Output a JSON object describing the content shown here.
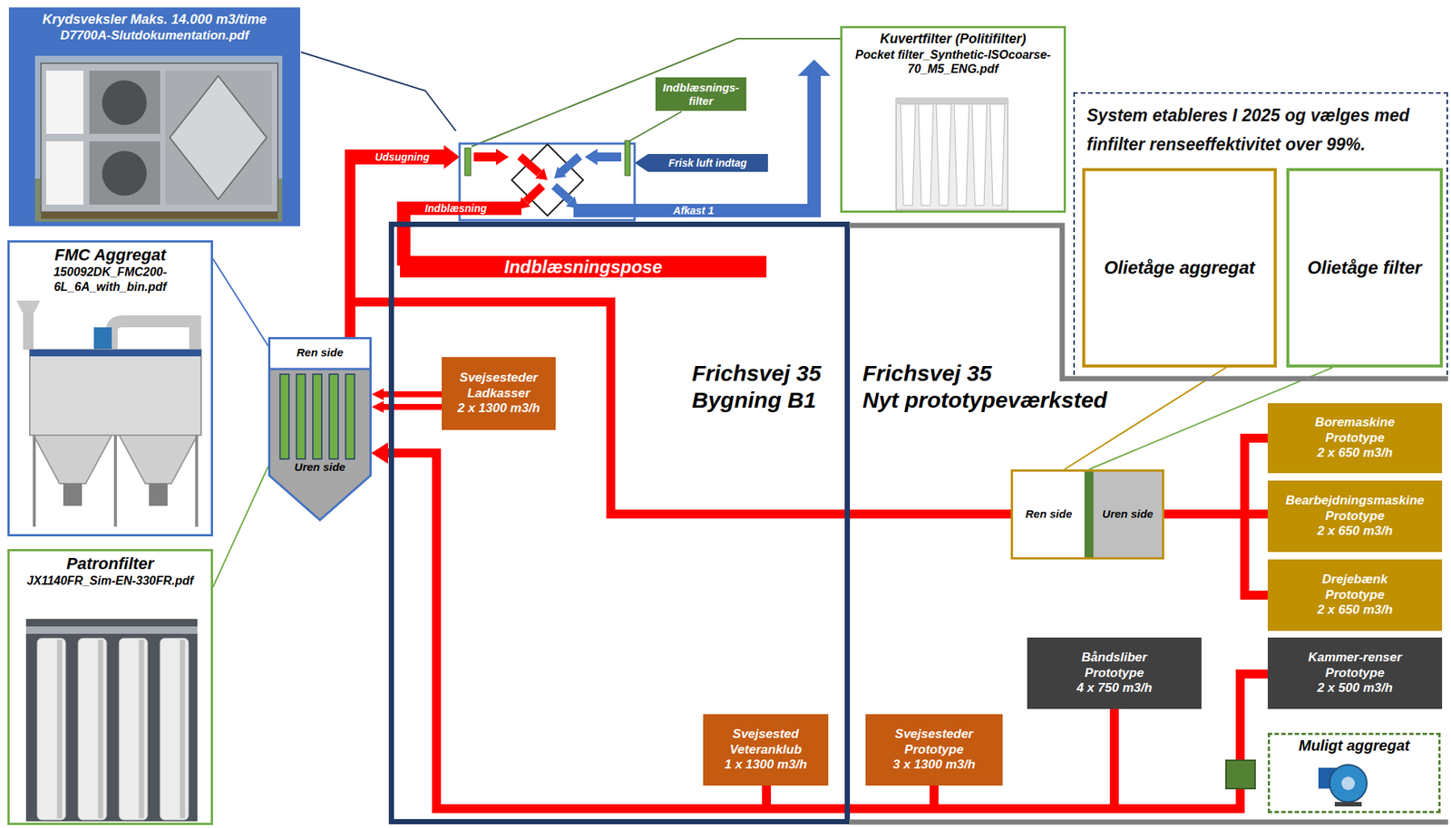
{
  "diagram": {
    "nodes": [
      {
        "text": [
          "Krydsveksler Maks. 14.000 m3/time",
          "D7700A-Slutdokumentation.pdf"
        ]
      },
      {
        "text": [
          "FMC Aggregat",
          "150092DK_FMC200-6L_6A_with_bin.pdf"
        ]
      },
      {
        "text": [
          "Patronfilter",
          "JX1140FR_Sim-EN-330FR.pdf"
        ]
      },
      {
        "text": [
          "Indblæsnings-filter"
        ]
      },
      {
        "text": [
          "Kuvertfilter (Politifilter)",
          "Pocket filter_Synthetic-ISOcoarse-70_M5_ENG.pdf"
        ]
      },
      {
        "text": [
          "System etableres I 2025 og vælges med finfilter renseeffektivitet over 99%."
        ]
      },
      {
        "text": [
          "Olietåge aggregat"
        ],
        "in": 5
      },
      {
        "text": [
          "Olietåge filter"
        ],
        "in": 5
      },
      {
        "text": [
          "Ren side",
          "Uren side"
        ]
      },
      {
        "text": [
          "Frichsvej 35",
          "Bygning B1"
        ]
      },
      {
        "text": [
          "Indblæsningspose"
        ],
        "in": 9
      },
      {
        "text": [
          "Svejsesteder",
          "Ladkasser",
          "2 x 1300 m3/h"
        ],
        "in": 9
      },
      {
        "text": [
          "Svejsested",
          "Veteranklub",
          "1 x 1300 m3/h"
        ],
        "in": 9
      },
      {
        "text": [
          "Frichsvej 35",
          "Nyt prototypeværksted"
        ]
      },
      {
        "text": [
          "Ren side",
          "Uren side"
        ],
        "in": 13
      },
      {
        "text": [
          "Boremaskine",
          "Prototype",
          "2 x 650 m3/h"
        ],
        "in": 13
      },
      {
        "text": [
          "Bearbejdningsmaskine",
          "Prototype",
          "2 x 650 m3/h"
        ],
        "in": 13
      },
      {
        "text": [
          "Drejebænk",
          "Prototype",
          "2 x 650 m3/h"
        ],
        "in": 13
      },
      {
        "text": [
          "Båndsliber",
          "Prototype",
          "4 x 750 m3/h"
        ],
        "in": 13
      },
      {
        "text": [
          "Kammer-renser",
          "Prototype",
          "2 x 500 m3/h"
        ],
        "in": 13
      },
      {
        "text": [
          "Svejsesteder",
          "Prototype",
          "3 x 1300 m3/h"
        ],
        "in": 13
      },
      {
        "text": [
          "Muligt aggregat"
        ],
        "in": 13
      }
    ],
    "edges": [
      {
        "from": 1,
        "to": 8,
        "arrow": "none"
      },
      {
        "from": 2,
        "to": 8,
        "arrow": "none"
      },
      {
        "from": 6,
        "to": 14,
        "arrow": "none"
      },
      {
        "from": 7,
        "to": 14,
        "arrow": "none"
      },
      {
        "from": 11,
        "to": 8,
        "arrow": "to"
      },
      {
        "from": 11,
        "to": 8,
        "arrow": "to"
      },
      {
        "from": 12,
        "to": 8,
        "arrow": "to"
      },
      {
        "from": 20,
        "to": 8,
        "arrow": "to"
      },
      {
        "from": 18,
        "to": 8,
        "arrow": "to"
      },
      {
        "from": 19,
        "to": 8,
        "arrow": "to"
      },
      {
        "from": 15,
        "to": 14,
        "arrow": "none"
      },
      {
        "from": 16,
        "to": 14,
        "arrow": "none"
      },
      {
        "from": 17,
        "to": 14,
        "arrow": "none"
      }
    ],
    "labels": [
      "Udsugning",
      "Indblæsning",
      "Frisk luft indtag",
      "Afkast 1"
    ]
  }
}
